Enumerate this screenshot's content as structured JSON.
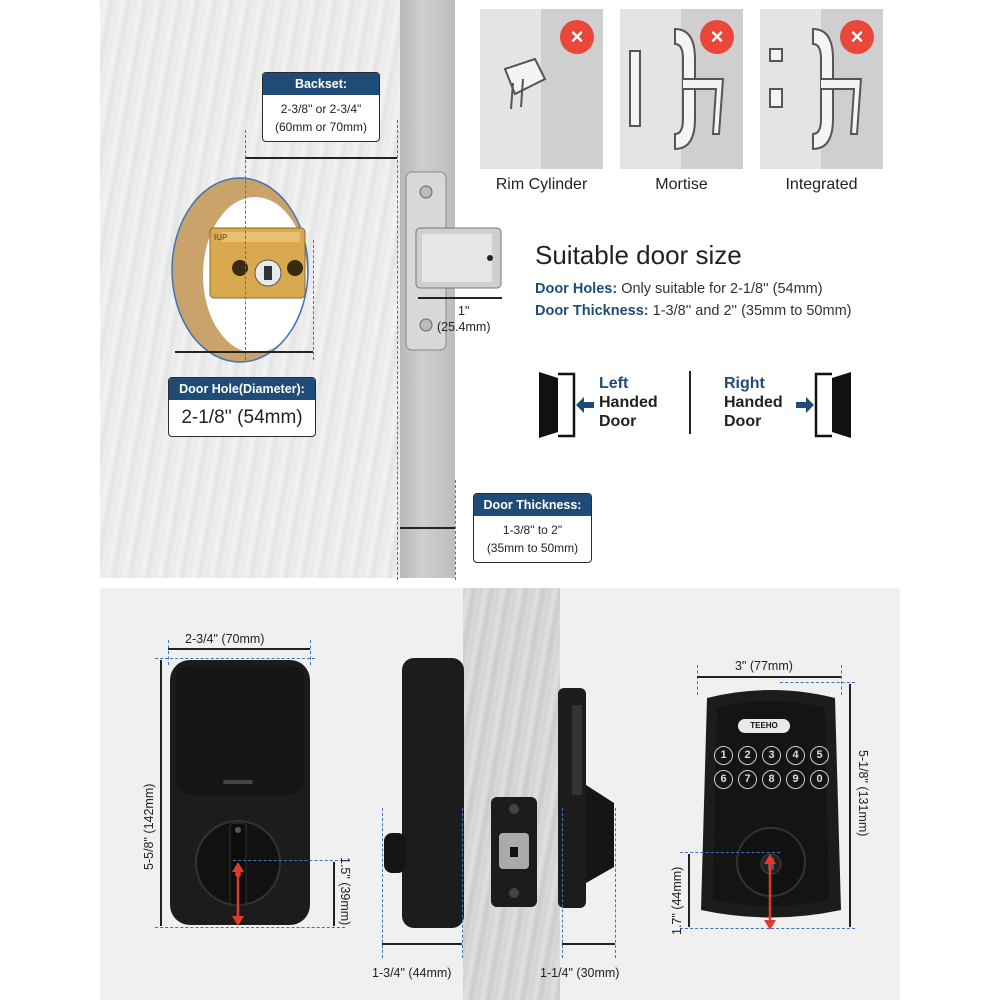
{
  "top": {
    "backset": {
      "header": "Backset:",
      "line1": "2-3/8\" or 2-3/4\"",
      "line2": "(60mm or 70mm)"
    },
    "door_hole": {
      "header": "Door Hole(Diameter):",
      "value": "2-1/8'' (54mm)"
    },
    "latch_dim": {
      "value": "1\"",
      "mm": "(25.4mm)"
    },
    "door_thickness": {
      "header": "Door Thickness:",
      "line1": "1-3/8\" to 2\"",
      "line2": "(35mm to 50mm)"
    },
    "latch_stamp": "IUP",
    "unsuitable": [
      {
        "label": "Rim Cylinder",
        "mark": "×"
      },
      {
        "label": "Mortise",
        "mark": "×"
      },
      {
        "label": "Integrated",
        "mark": "×"
      }
    ],
    "suitable_title": "Suitable door size",
    "specs": {
      "holes_key": "Door Holes:",
      "holes_val": " Only suitable for 2-1/8'' (54mm)",
      "thick_key": "Door Thickness:",
      "thick_val": " 1-3/8'' and 2'' (35mm to 50mm)"
    },
    "handed": {
      "left_1": "Left",
      "left_2": "Handed",
      "left_3": "Door",
      "right_1": "Right",
      "right_2": "Handed",
      "right_3": "Door"
    }
  },
  "bottom": {
    "smart": {
      "width": "2-3/4\" (70mm)",
      "height": "5-5/8\" (142mm)",
      "center": "1.5\" (39mm)"
    },
    "side": {
      "inside": "1-3/4\" (44mm)",
      "outside": "1-1/4\" (30mm)"
    },
    "keypad": {
      "brand": "TEEHO",
      "width": "3\" (77mm)",
      "height": "5-1/8\" (131mm)",
      "center": "1.7\" (44mm)",
      "keys_row1": [
        "1",
        "2",
        "3",
        "4",
        "5"
      ],
      "keys_row2": [
        "6",
        "7",
        "8",
        "9",
        "0"
      ]
    }
  },
  "colors": {
    "accent": "#1f4c77",
    "reject": "#e8473a",
    "dimension": "#3f74b6",
    "arrow": "#e23a2a"
  }
}
